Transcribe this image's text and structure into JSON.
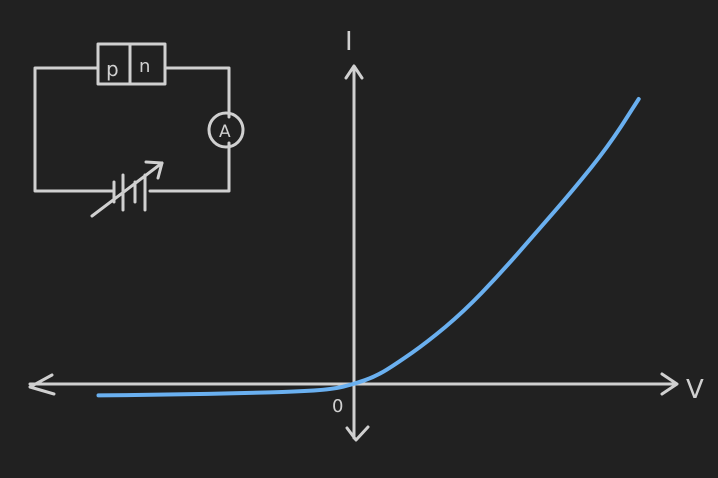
{
  "colors": {
    "background": "#212121",
    "ink": "#d0d0d0",
    "curve": "#6ab0f0"
  },
  "circuit": {
    "diode_p_label": "p",
    "diode_n_label": "n",
    "ammeter_label": "A",
    "components": [
      "pn-diode",
      "ammeter",
      "variable-battery"
    ]
  },
  "axes": {
    "y_label": "I",
    "x_label": "V",
    "origin_label": "0"
  },
  "chart_data": {
    "type": "line",
    "title": "",
    "xlabel": "V",
    "ylabel": "I",
    "grid": false,
    "series": [
      {
        "x": [
          -3.5,
          -2.5,
          -1.5,
          -0.8,
          -0.3,
          0,
          0.3,
          0.6,
          1.0,
          1.5,
          2.0,
          2.5,
          3.0,
          3.5,
          3.9
        ],
        "y": [
          -0.15,
          -0.14,
          -0.12,
          -0.1,
          -0.07,
          0,
          0.1,
          0.28,
          0.55,
          0.95,
          1.45,
          2.0,
          2.55,
          3.15,
          3.75
        ]
      }
    ]
  }
}
